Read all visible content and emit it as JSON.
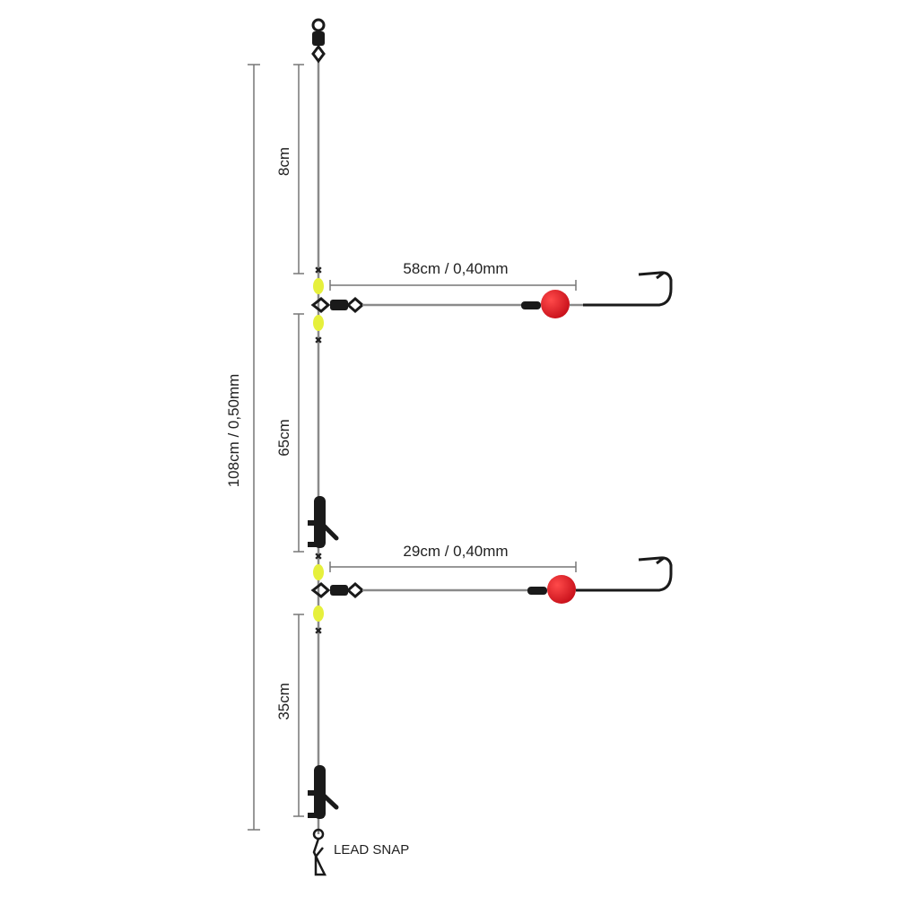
{
  "dimensions": {
    "total_length": "108cm / 0,50mm",
    "top_section": "8cm",
    "middle_section": "65cm",
    "bottom_section": "35cm",
    "upper_snood": "58cm / 0,40mm",
    "lower_snood": "29cm / 0,40mm"
  },
  "labels": {
    "lead_snap": "LEAD SNAP"
  },
  "colors": {
    "line": "#8a8a8a",
    "bead_yellow": "#e6f03c",
    "bead_red": "#e8202a",
    "hardware": "#1a1a1a"
  }
}
